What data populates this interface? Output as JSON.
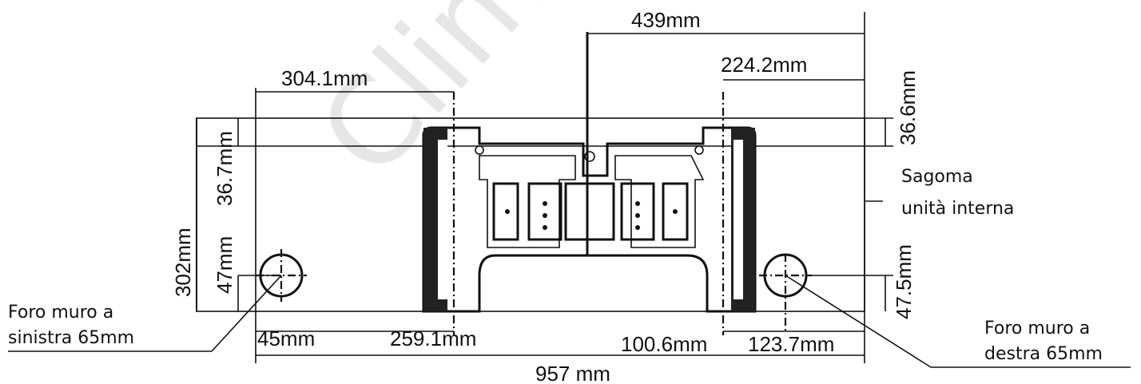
{
  "watermark": "Clima",
  "dimensions": {
    "top_439": "439mm",
    "top_304": "304.1mm",
    "top_224": "224.2mm",
    "right_366": "36.6mm",
    "left_367": "36.7mm",
    "left_302": "302mm",
    "left_47": "47mm",
    "right_475": "47.5mm",
    "bottom_45": "45mm",
    "bottom_259": "259.1mm",
    "bottom_1006": "100.6mm",
    "bottom_1237": "123.7mm",
    "total_957": "957 mm"
  },
  "labels": {
    "left_hole": [
      "Foro muro a",
      "sinistra 65mm"
    ],
    "right_hole": [
      "Foro muro a",
      "destra 65mm"
    ],
    "outline": [
      "Sagoma",
      "unità interna"
    ]
  }
}
